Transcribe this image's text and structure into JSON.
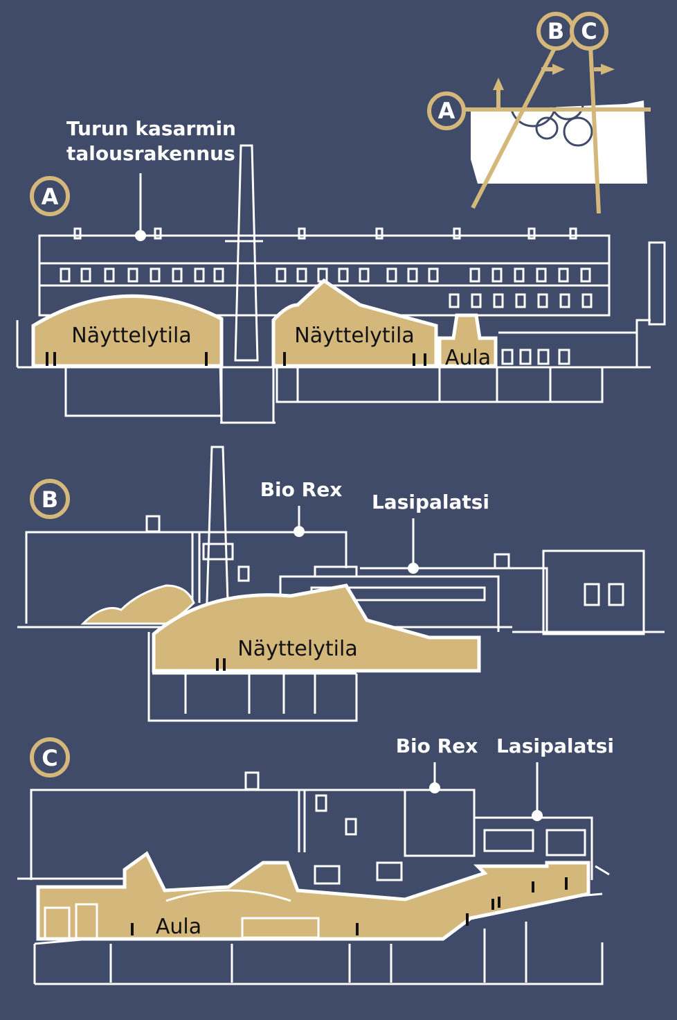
{
  "colors": {
    "background": "#3f4b68",
    "gold": "#d4b77a",
    "line": "#ffffff",
    "text_dark": "#111111"
  },
  "key_map": {
    "markers": [
      "A",
      "B",
      "C"
    ]
  },
  "sections": {
    "a": {
      "badge": "A",
      "callout": [
        "Turun kasarmin",
        "talousrakennus"
      ],
      "rooms": [
        "Näyttelytila",
        "Näyttelytila",
        "Aula"
      ]
    },
    "b": {
      "badge": "B",
      "callouts": [
        "Bio Rex",
        "Lasipalatsi"
      ],
      "room": "Näyttelytila"
    },
    "c": {
      "badge": "C",
      "callouts": [
        "Bio Rex",
        "Lasipalatsi"
      ],
      "room": "Aula"
    }
  }
}
